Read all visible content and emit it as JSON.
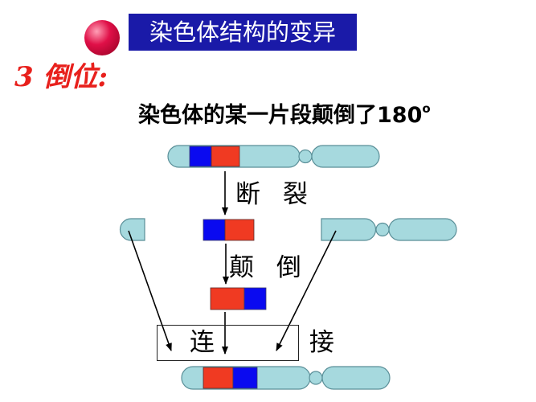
{
  "title": "染色体结构的变异",
  "section": "3 倒位:",
  "description": {
    "text": "染色体的某一片段颠倒了180",
    "sup": "o"
  },
  "steps": {
    "break": "断 裂",
    "invert": "颠 倒",
    "connect": "连 接"
  },
  "colors": {
    "title_bg": "#1a1aa8",
    "section_red": "#e8201c",
    "chromatid": "#a6d9de",
    "chromatid_stroke": "#5a8f98",
    "segment_blue": "#0a0af0",
    "segment_red": "#f03a22",
    "bullet": "#d0103a"
  }
}
